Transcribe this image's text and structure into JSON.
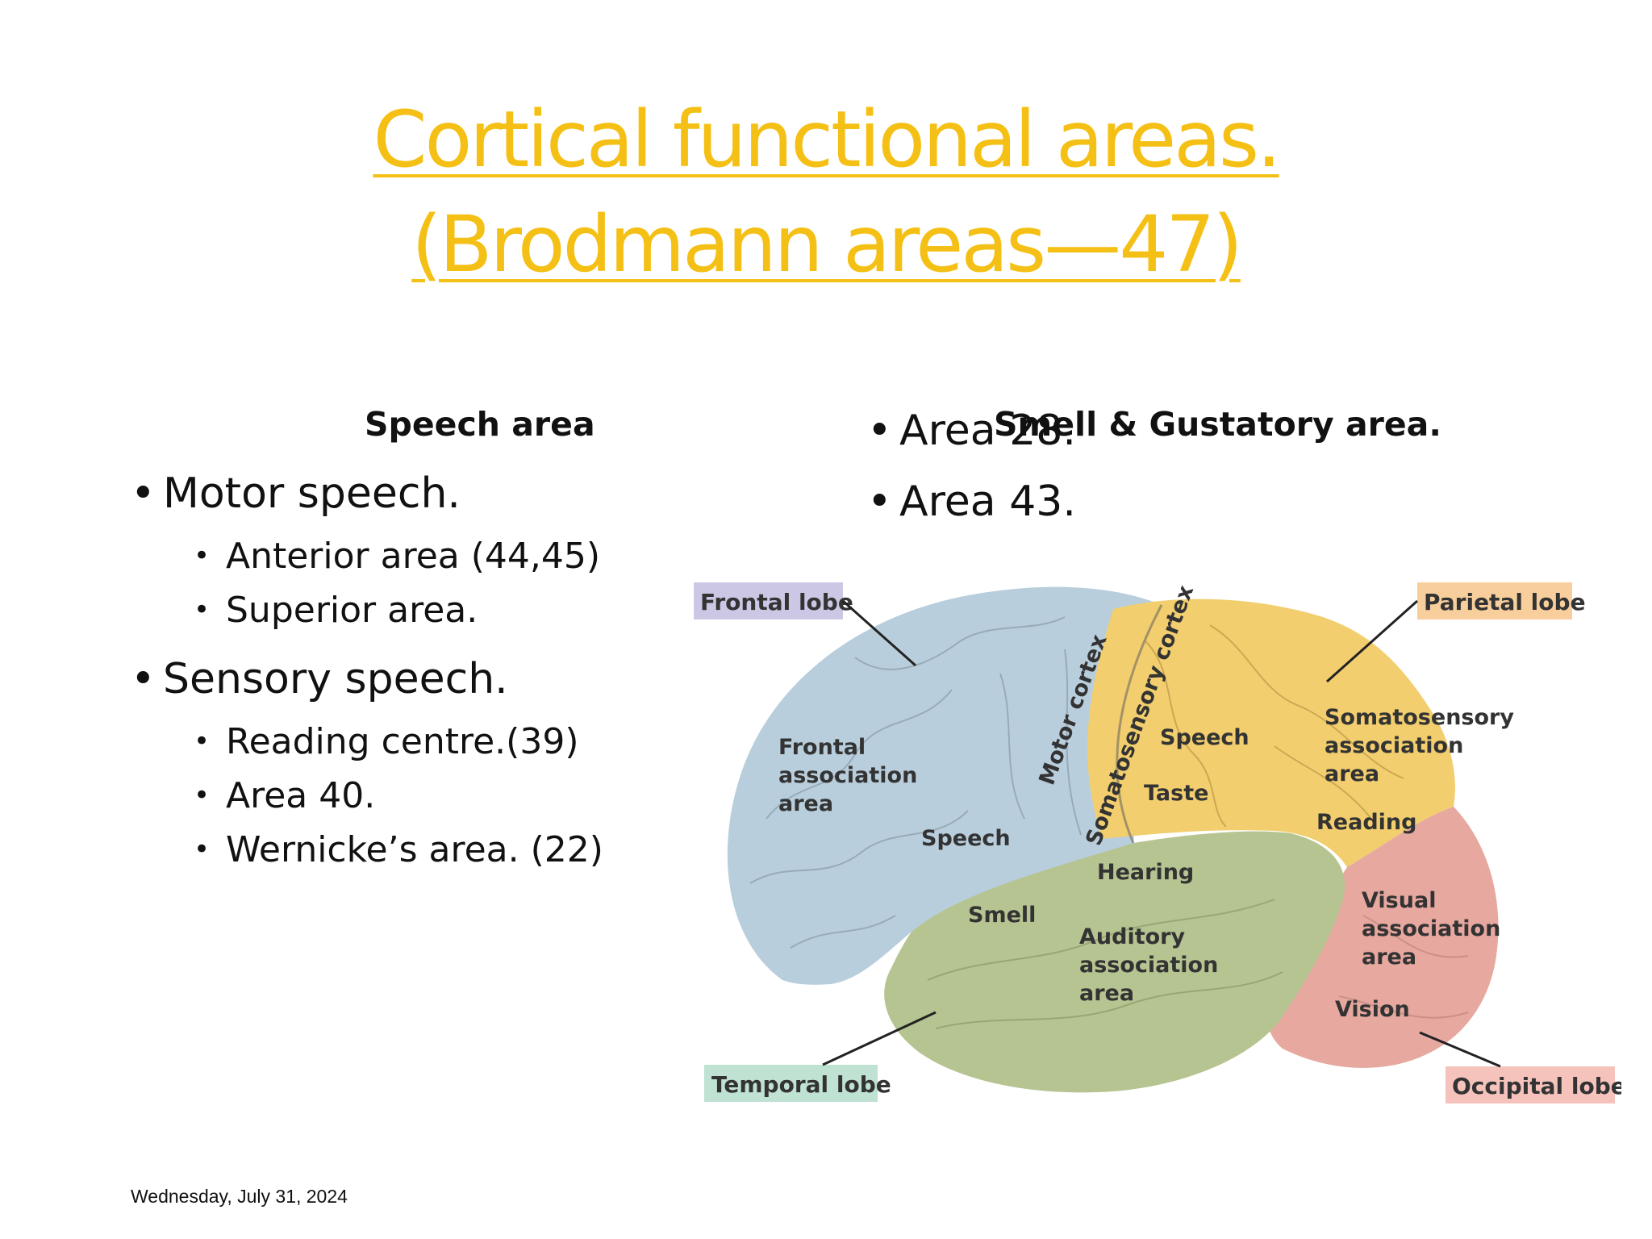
{
  "slide": {
    "title_line1": "Cortical functional areas.",
    "title_line2": "(Brodmann areas—47)"
  },
  "left_column": {
    "heading": "Speech area",
    "items": [
      {
        "label": "Motor speech.",
        "sub": [
          "Anterior area (44,45)",
          "Superior area."
        ]
      },
      {
        "label": "Sensory speech.",
        "sub": [
          "Reading centre.(39)",
          "Area 40.",
          "Wernicke’s area. (22)"
        ]
      }
    ]
  },
  "right_column": {
    "heading": "Smell  & Gustatory area.",
    "items": [
      "Area 28.",
      "Area 43."
    ]
  },
  "diagram": {
    "lobe_labels": {
      "frontal": "Frontal lobe",
      "parietal": "Parietal lobe",
      "temporal": "Temporal lobe",
      "occipital": "Occipital lobe"
    },
    "area_labels": {
      "frontal_assoc": [
        "Frontal",
        "association",
        "area"
      ],
      "motor_cortex": "Motor cortex",
      "somatosensory_cortex": "Somatosensory cortex",
      "speech_parietal": "Speech",
      "taste": "Taste",
      "somatosensory_assoc": [
        "Somatosensory",
        "association",
        "area"
      ],
      "reading": "Reading",
      "speech_frontal": "Speech",
      "hearing": "Hearing",
      "smell": "Smell",
      "auditory_assoc": [
        "Auditory",
        "association",
        "area"
      ],
      "visual_assoc": [
        "Visual",
        "association",
        "area"
      ],
      "vision": "Vision"
    },
    "colors": {
      "frontal": "#B9CEDC",
      "parietal": "#F2CE6E",
      "temporal": "#B5C491",
      "occipital": "#E7A8A0",
      "frontal_tag": "#CBC7E4",
      "parietal_tag": "#F8CE9C",
      "temporal_tag": "#BFE2D2",
      "occipital_tag": "#F6C3BC"
    }
  },
  "footer": {
    "date": "Wednesday, July 31, 2024"
  }
}
